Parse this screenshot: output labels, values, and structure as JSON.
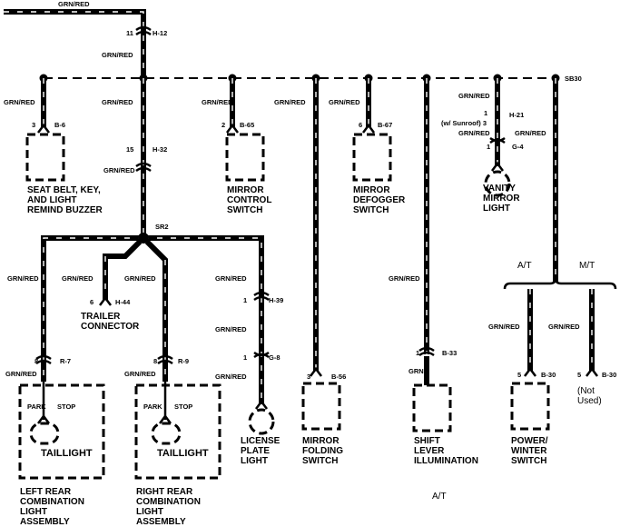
{
  "diagram": {
    "wire_color": "GRN/RED",
    "wire_color_alt": "GRN",
    "splices": {
      "sb30": "SB30",
      "sr2": "SR2"
    },
    "connectors": {
      "top": {
        "pin": "11",
        "id": "H-12"
      },
      "h32": {
        "pin": "15",
        "id": "H-32"
      },
      "seatbelt": {
        "pin": "3",
        "id": "B-6"
      },
      "mirror_control": {
        "pin": "2",
        "id": "B-65"
      },
      "mirror_defogger": {
        "pin": "6",
        "id": "B-67"
      },
      "vanity_h21": {
        "pin": "1",
        "pin_alt": "(w/ Sunroof) 3",
        "id": "H-21"
      },
      "vanity_g4": {
        "pin": "1",
        "id": "G-4"
      },
      "trailer": {
        "pin": "6",
        "id": "H-44"
      },
      "left_rear": {
        "pin": "8",
        "id": "R-7"
      },
      "right_rear": {
        "pin": "8",
        "id": "R-9"
      },
      "license_h39": {
        "pin": "1",
        "id": "H-39"
      },
      "license_g8": {
        "pin": "1",
        "id": "G-8"
      },
      "mirror_folding": {
        "pin": "3",
        "id": "B-56"
      },
      "shift_lever": {
        "pin": "1",
        "id": "B-33"
      },
      "power_winter": {
        "pin": "5",
        "id": "B-30"
      },
      "not_used": {
        "pin": "5",
        "id": "B-30"
      }
    },
    "components": {
      "seatbelt": "SEAT BELT, KEY,\nAND LIGHT\nREMIND BUZZER",
      "mirror_control": "MIRROR\nCONTROL\nSWITCH",
      "mirror_defogger": "MIRROR\nDEFOGGER\nSWITCH",
      "vanity": "VANITY\nMIRROR\nLIGHT",
      "trailer": "TRAILER\nCONNECTOR",
      "left_rear": "LEFT REAR\nCOMBINATION\nLIGHT\nASSEMBLY",
      "right_rear": "RIGHT REAR\nCOMBINATION\nLIGHT\nASSEMBLY",
      "license": "LICENSE\nPLATE\nLIGHT",
      "mirror_folding": "MIRROR\nFOLDING\nSWITCH",
      "shift_lever": "SHIFT\nLEVER\nILLUMINATION",
      "power_winter": "POWER/\nWINTER\nSWITCH",
      "not_used": "(Not\nUsed)"
    },
    "inner_labels": {
      "park": "PARK",
      "stop": "STOP",
      "taillight": "TAILLIGHT"
    },
    "transmission": {
      "at": "A/T",
      "mt": "M/T",
      "footer": "A/T"
    }
  }
}
